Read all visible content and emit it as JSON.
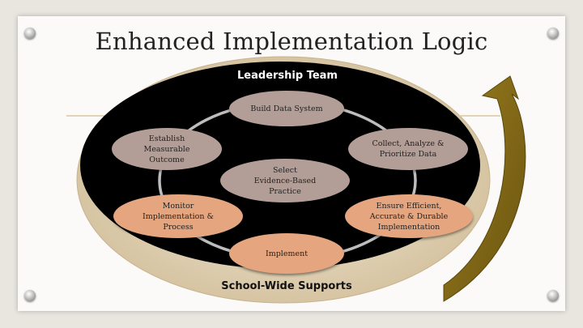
{
  "slide": {
    "title": "Enhanced Implementation Logic"
  },
  "diagram": {
    "outer_label": "School-Wide Supports",
    "inner_label": "Leadership Team",
    "colors": {
      "outer_ellipse": "#d8c7a6",
      "inner_ellipse": "#000000",
      "node_mauve": "#b39e97",
      "node_peach": "#e4a57f",
      "arrow": "#7f6715",
      "ring": "#bdbdbd"
    },
    "nodes": {
      "build_data_system": "Build Data System",
      "collect_analyze": "Collect, Analyze &\nPrioritize Data",
      "establish_outcome": "Establish\nMeasurable\nOutcome",
      "select_practice": "Select\nEvidence-Based\nPractice",
      "monitor": "Monitor\nImplementation &\nProcess",
      "ensure": "Ensure Efficient,\nAccurate & Durable\nImplementation",
      "implement": "Implement"
    },
    "arrow_icon": "curved-up-arrow"
  }
}
